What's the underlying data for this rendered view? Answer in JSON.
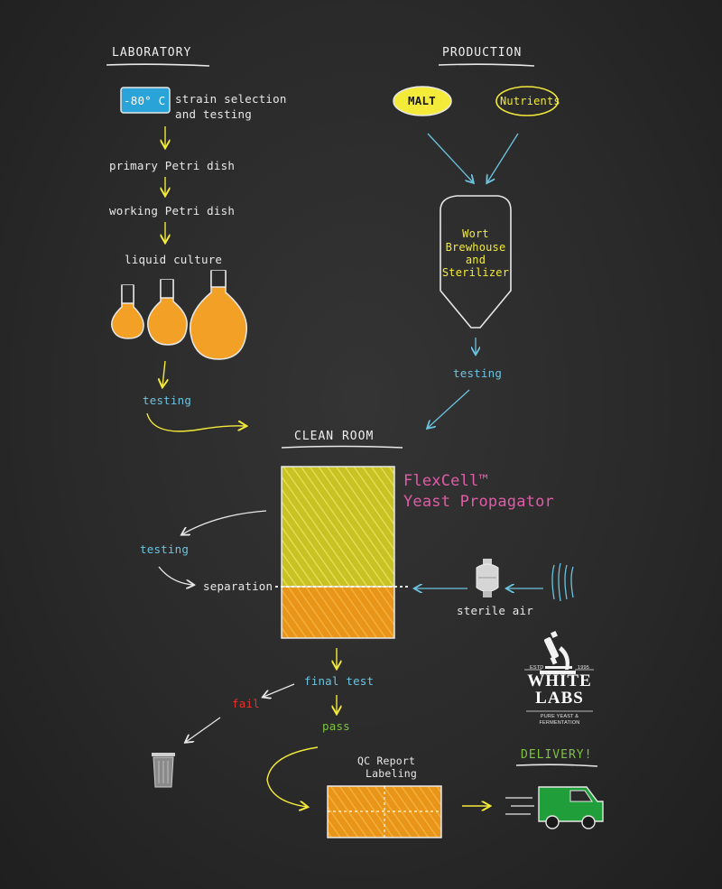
{
  "headers": {
    "laboratory": "LABORATORY",
    "production": "PRODUCTION",
    "clean_room": "CLEAN ROOM",
    "delivery": "DELIVERY!"
  },
  "laboratory": {
    "temp_badge": "-80° C",
    "strain_line1": "strain selection",
    "strain_line2": "and testing",
    "primary_dish": "primary Petri dish",
    "working_dish": "working Petri dish",
    "liquid_culture": "liquid culture",
    "testing": "testing"
  },
  "production": {
    "malt": "MALT",
    "nutrients": "Nutrients",
    "tank_line1": "Wort",
    "tank_line2": "Brewhouse",
    "tank_line3": "and",
    "tank_line4": "Sterilizer",
    "testing": "testing"
  },
  "clean_room": {
    "propagator_line1": "FlexCell™",
    "propagator_line2": "Yeast Propagator",
    "testing": "testing",
    "separation": "separation",
    "sterile_air": "sterile air",
    "final_test": "final test",
    "fail": "fail",
    "pass": "pass",
    "qc_line1": "QC Report",
    "qc_line2": "Labeling"
  },
  "logo": {
    "estd": "ESTD",
    "year": "1995",
    "line1": "WHITE",
    "line2": "LABS",
    "tagline1": "PURE YEAST &",
    "tagline2": "FERMENTATION"
  },
  "colors": {
    "chalk_white": "#e8e8e8",
    "chalk_blue": "#6cc3e0",
    "chalk_yellow": "#f3ea3a",
    "chalk_orange": "#f5a623",
    "chalk_pink": "#e05ca8",
    "chalk_red": "#e5332a",
    "chalk_green": "#7dc242",
    "truck_green": "#1f9e3a"
  }
}
